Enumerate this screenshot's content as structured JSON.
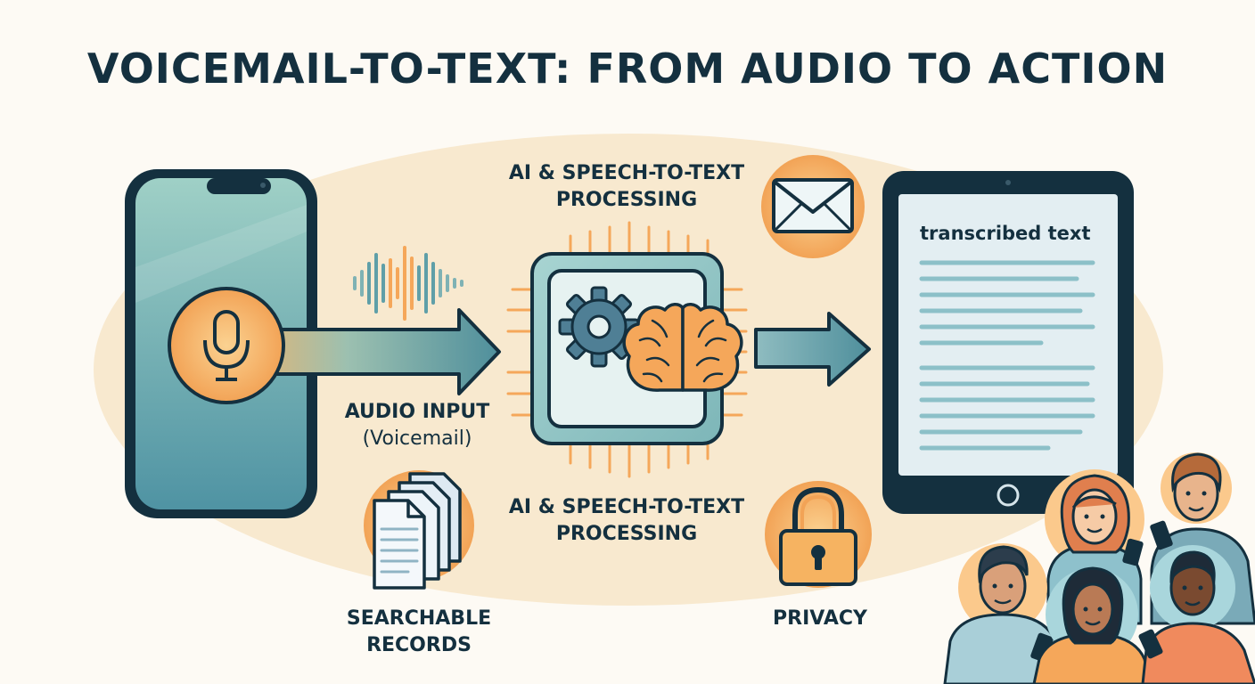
{
  "title": "VOICEMAIL-TO-TEXT: FROM AUDIO TO ACTION",
  "labels": {
    "processing_top_line1": "AI & SPEECH-TO-TEXT",
    "processing_top_line2": "PROCESSING",
    "audio_input": "AUDIO INPUT",
    "audio_input_sub": "(Voicemail)",
    "processing_bottom_line1": "AI & SPEECH-TO-TEXT",
    "processing_bottom_line2": "PROCESSING",
    "searchable_line1": "SEARCHABLE",
    "searchable_line2": "RECORDS",
    "privacy": "PRIVACY"
  },
  "tablet": {
    "heading": "transcribed text"
  },
  "icons": [
    "microphone-icon",
    "sound-wave-icon",
    "gear-icon",
    "brain-icon",
    "envelope-icon",
    "documents-icon",
    "padlock-icon"
  ],
  "colors": {
    "navy": "#14303f",
    "teal": "#5f9fa8",
    "orange": "#f5a75a",
    "cream": "#f8e9cf",
    "screen": "#e3eef2"
  }
}
